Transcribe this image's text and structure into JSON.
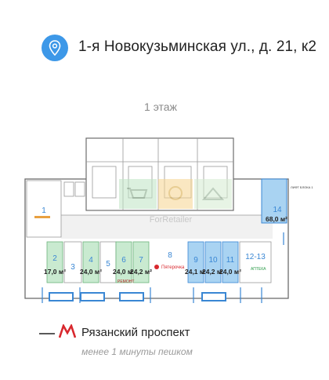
{
  "address": {
    "text": "1-я Новокузьминская ул., д. 21, к2",
    "icon": "location-pin-icon",
    "accent": "#3d98e8"
  },
  "floor": {
    "label": "1 этаж"
  },
  "plan": {
    "watermark": "ForRetailer",
    "brands": {
      "pyaterochka": "Пятерочка",
      "remont": "РЕМОНТ",
      "apteka": "АПТЕКА"
    },
    "lift_label": "ЛИФТ БЛОКА 1",
    "units": [
      {
        "num": "1"
      },
      {
        "num": "2",
        "area": "17,0 м²"
      },
      {
        "num": "3"
      },
      {
        "num": "4",
        "area": "24,0 м²"
      },
      {
        "num": "5"
      },
      {
        "num": "6",
        "area": "24,0 м²"
      },
      {
        "num": "7",
        "area": "24,2 м²"
      },
      {
        "num": "8"
      },
      {
        "num": "9",
        "area": "24,1 м²"
      },
      {
        "num": "10",
        "area": "24,2 м²"
      },
      {
        "num": "11",
        "area": "24,0 м²"
      },
      {
        "num": "12-13"
      },
      {
        "num": "14",
        "area": "68,0 м²"
      }
    ],
    "colors": {
      "highlight_green": "#c9ead0",
      "highlight_blue": "#a9d3f2",
      "corridor": "#f1f1f1"
    }
  },
  "metro": {
    "station": "Рязанский проспект",
    "icon": "metro-m-icon",
    "color": "#d8282e",
    "walk": "менее 1 минуты пешком"
  }
}
